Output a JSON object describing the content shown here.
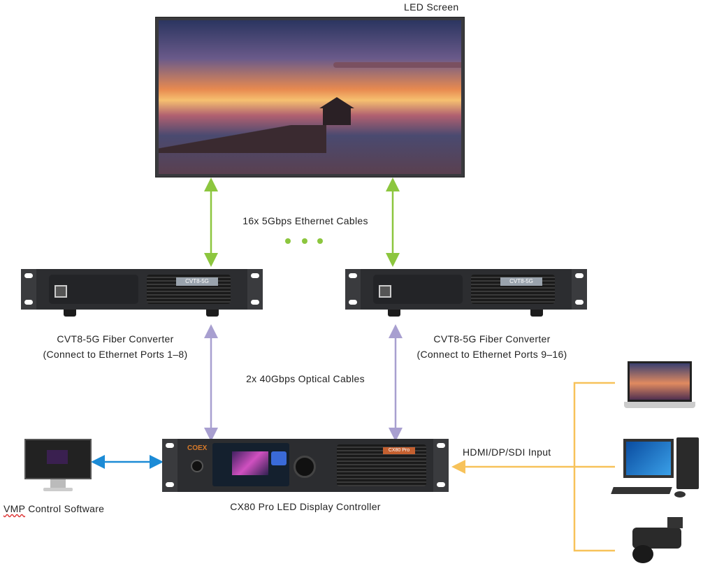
{
  "led_screen": {
    "label": "LED Screen"
  },
  "ethernet": {
    "label": "16x 5Gbps Ethernet Cables",
    "more_icon": "ellipsis-dots"
  },
  "converters": [
    {
      "model_badge": "CVT8-5G",
      "name": "CVT8-5G Fiber Converter",
      "ports": "(Connect to Ethernet Ports 1–8)"
    },
    {
      "model_badge": "CVT8-5G",
      "name": "CVT8-5G Fiber Converter",
      "ports": "(Connect to Ethernet Ports 9–16)"
    }
  ],
  "optical": {
    "label": "2x 40Gbps Optical Cables"
  },
  "controller": {
    "name": "CX80 Pro LED Display Controller",
    "brand": "COEX",
    "badge": "CX80 Pro"
  },
  "software": {
    "label_a": "VMP",
    "label_b": " Control Software"
  },
  "input": {
    "label": "HDMI/DP/SDI Input",
    "sources": [
      "laptop",
      "desktop-pc",
      "video-camera"
    ]
  },
  "colors": {
    "ethernet": "#8cc63e",
    "optical": "#a89fd0",
    "control": "#1c8bd6",
    "input": "#f7c25a"
  }
}
